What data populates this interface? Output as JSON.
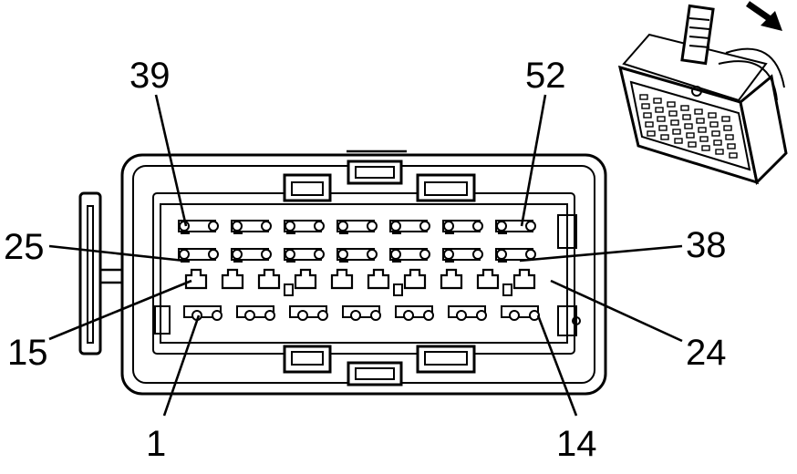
{
  "diagram": {
    "type": "connector-pinout",
    "pin_labels": {
      "p39": "39",
      "p52": "52",
      "p25": "25",
      "p38": "38",
      "p15": "15",
      "p24": "24",
      "p1": "1",
      "p14": "14"
    },
    "rows": [
      {
        "first_pin": 39,
        "last_pin": 52,
        "count": 7
      },
      {
        "first_pin": 25,
        "last_pin": 38,
        "count": 7
      },
      {
        "first_pin": 15,
        "last_pin": 24,
        "count": 10
      },
      {
        "first_pin": 1,
        "last_pin": 14,
        "count": 7
      }
    ],
    "icons": {
      "direction_arrow": "arrow-down-right-icon",
      "connector_view": "connector-isometric-icon"
    }
  }
}
